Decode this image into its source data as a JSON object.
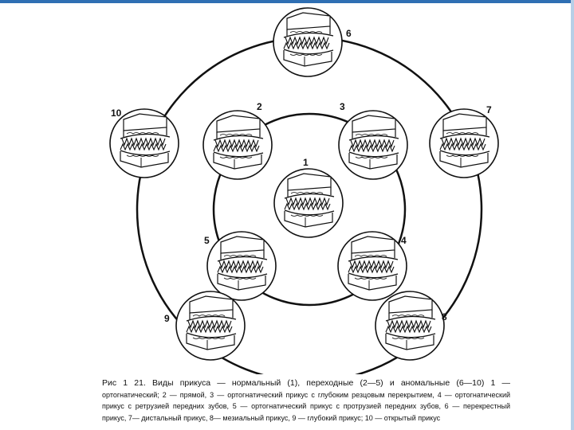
{
  "figure": {
    "items": [
      {
        "id": "1",
        "label": "1"
      },
      {
        "id": "2",
        "label": "2"
      },
      {
        "id": "3",
        "label": "3"
      },
      {
        "id": "4",
        "label": "4"
      },
      {
        "id": "5",
        "label": "5"
      },
      {
        "id": "6",
        "label": "6"
      },
      {
        "id": "7",
        "label": "7"
      },
      {
        "id": "8",
        "label": "8"
      },
      {
        "id": "9",
        "label": "9"
      },
      {
        "id": "10",
        "label": "10"
      }
    ]
  },
  "caption": {
    "line1": "Рис 1 21. Виды прикуса — нормальный (1), переходные (2—5) и аномальные (6—10) 1 —",
    "line2": "ортогнатический; 2 — прямой, 3 — ортогнатический прикус с глубоким резцовым",
    "line3": "перекрытием, 4 — ортогнатический прикус с ретрузией передних зубов, 5 — ортогнатический прикус с",
    "line4": "протрузией передних зубов, 6 — перекрестный прикус, 7— дистальный прикус, 8— мезиальный",
    "line5": "прикус, 9 — глубокий прикус; 10 — открытый прикус"
  }
}
